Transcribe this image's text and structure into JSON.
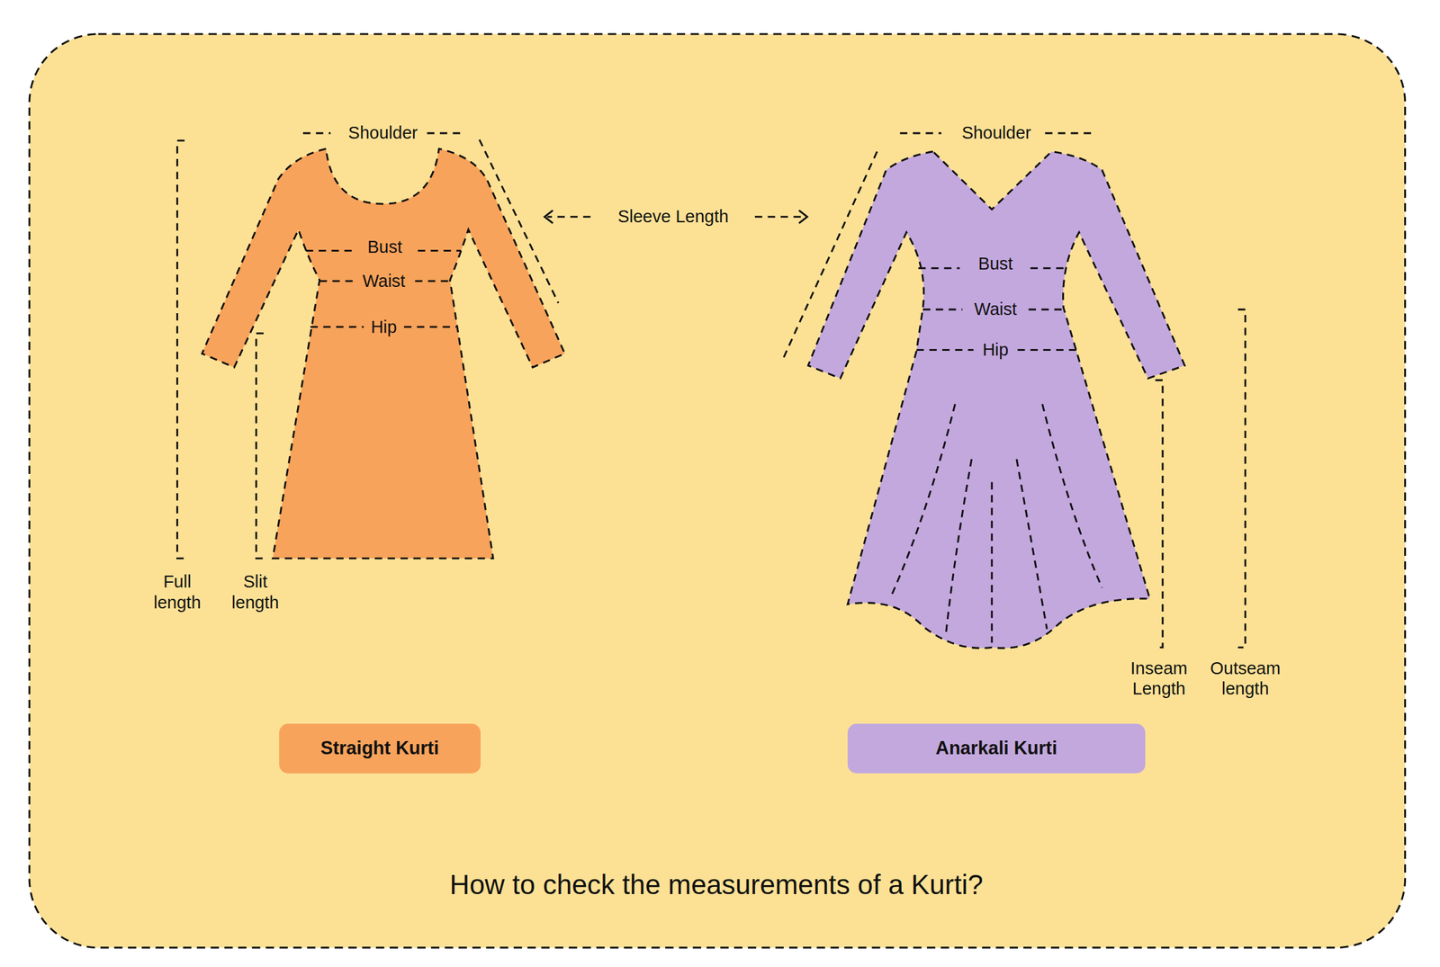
{
  "diagram": {
    "caption": "How to check the measurements of a Kurti?",
    "nodes": [
      {
        "text": [
          "Straight Kurti"
        ]
      },
      {
        "text": [
          "Anarkali Kurti"
        ]
      }
    ],
    "labels": [
      "Shoulder",
      "Bust",
      "Waist",
      "Hip",
      "Full length",
      "Slit length",
      "Sleeve Length",
      "Shoulder",
      "Bust",
      "Waist",
      "Hip",
      "Inseam Length",
      "Outseam length"
    ]
  }
}
